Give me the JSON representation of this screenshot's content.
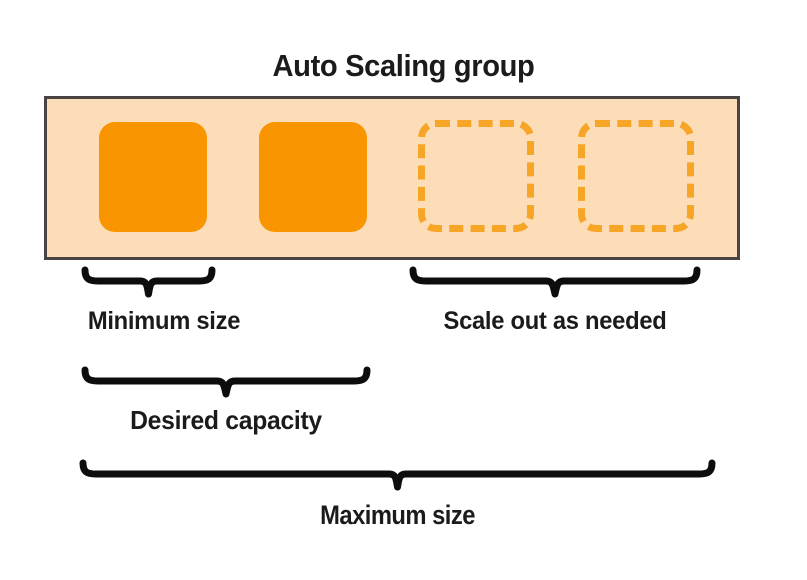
{
  "diagram": {
    "title": "Auto Scaling group",
    "colors": {
      "page_background": "#ffffff",
      "group_fill": "#fcddb8",
      "group_border": "#494441",
      "instance_fill": "#f99500",
      "instance_outline": "#f7a527",
      "text": "#1b1b1b"
    },
    "group_box": {
      "name": "auto-scaling-group-box"
    },
    "instances": [
      {
        "id": "instance-1",
        "state": "running",
        "style": "solid"
      },
      {
        "id": "instance-2",
        "state": "running",
        "style": "solid"
      },
      {
        "id": "instance-3",
        "state": "potential",
        "style": "dashed"
      },
      {
        "id": "instance-4",
        "state": "potential",
        "style": "dashed"
      }
    ],
    "annotations": [
      {
        "key": "minimum_size",
        "label": "Minimum size",
        "spans_instances": 1
      },
      {
        "key": "scale_out",
        "label": "Scale out as needed",
        "spans_instances": 2
      },
      {
        "key": "desired_capacity",
        "label": "Desired capacity",
        "spans_instances": 2
      },
      {
        "key": "maximum_size",
        "label": "Maximum size",
        "spans_instances": 4
      }
    ]
  }
}
